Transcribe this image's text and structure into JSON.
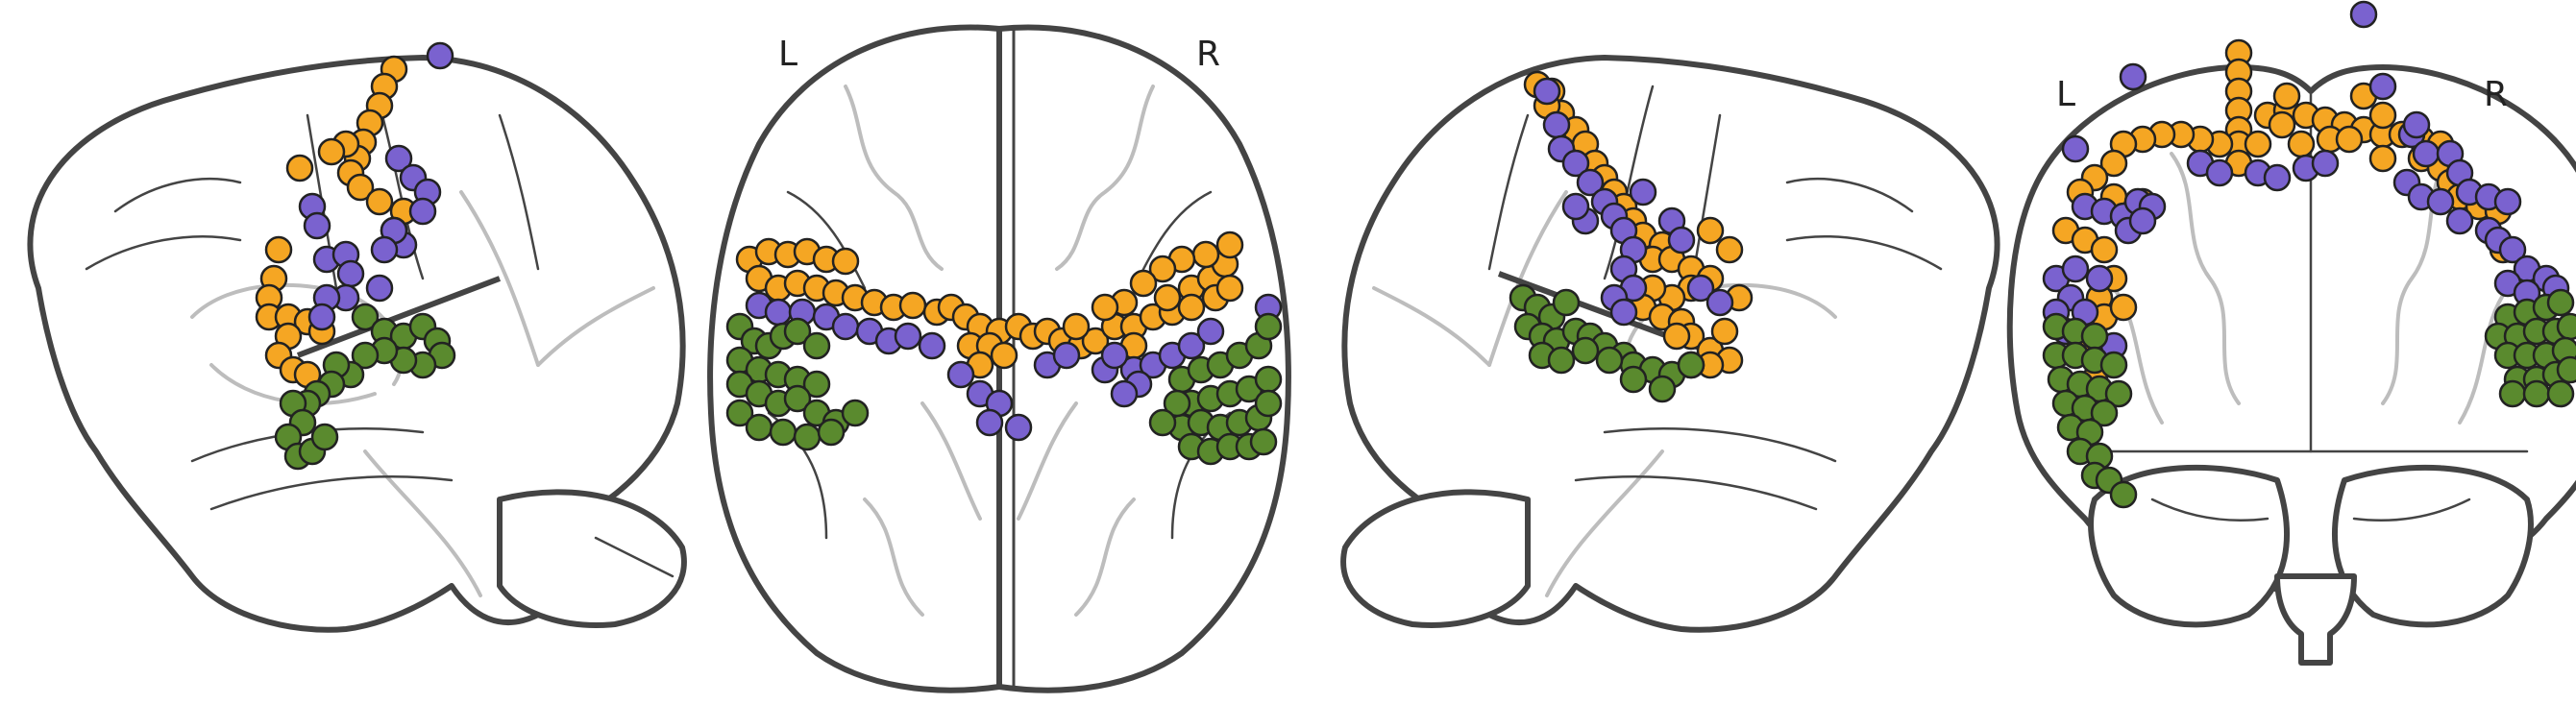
{
  "labels": {
    "axial_left": "L",
    "axial_right": "R",
    "coronal_left": "L",
    "coronal_right": "R"
  },
  "colors": {
    "orange": "#f5a623",
    "purple": "#7a62cf",
    "green": "#5a8a2e",
    "outline": "#444444",
    "faint_contour": "#bdbdbd"
  },
  "views": [
    {
      "id": "sagittal-left",
      "type": "brain-left-lateral"
    },
    {
      "id": "axial",
      "type": "brain-axial"
    },
    {
      "id": "sagittal-right",
      "type": "brain-right-lateral"
    },
    {
      "id": "coronal",
      "type": "brain-coronal"
    }
  ]
}
